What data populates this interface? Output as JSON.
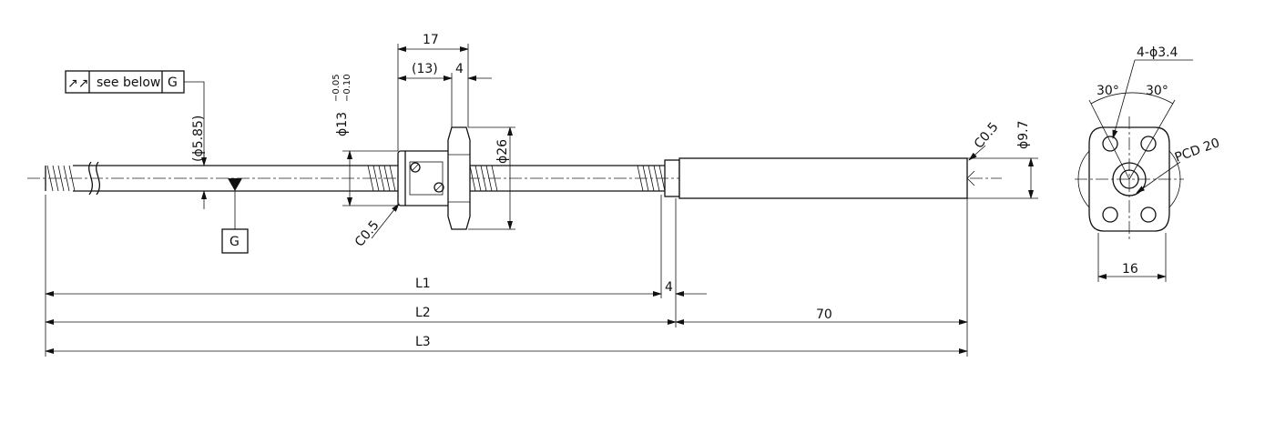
{
  "title_block": {
    "runout_symbol": "↗↗",
    "note": "see below",
    "datum_ref": "G",
    "datum_label": "G"
  },
  "dims": {
    "d17": "17",
    "d13": "(13)",
    "d4_top": "4",
    "shaft_dia": "(ϕ5.85)",
    "nut_dia": "ϕ13",
    "nut_tol_upper": "−0.05",
    "nut_tol_lower": "−0.10",
    "flange_dia": "ϕ26",
    "chamfer_nut": "C0.5",
    "chamfer_end": "C0.5",
    "end_dia": "ϕ9.7",
    "L1": "L1",
    "d4_bottom": "4",
    "L2": "L2",
    "d70": "70",
    "L3": "L3"
  },
  "side_view": {
    "holes": "4-ϕ3.4",
    "angle_left": "30°",
    "angle_right": "30°",
    "pcd": "PCD 20",
    "width": "16"
  }
}
